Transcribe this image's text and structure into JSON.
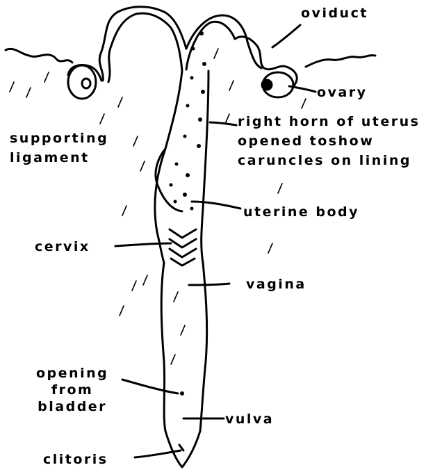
{
  "labels": {
    "oviduct": "oviduct",
    "ovary": "ovary",
    "right_horn": [
      "right horn of uterus",
      "opened toshow",
      "caruncles on lining"
    ],
    "supporting_ligament": [
      "supporting",
      "ligament"
    ],
    "uterine_body": "uterine body",
    "cervix": "cervix",
    "vagina": "vagina",
    "opening_from_bladder": [
      "opening",
      "from",
      "bladder"
    ],
    "vulva": "vulva",
    "clitoris": "clitoris"
  }
}
